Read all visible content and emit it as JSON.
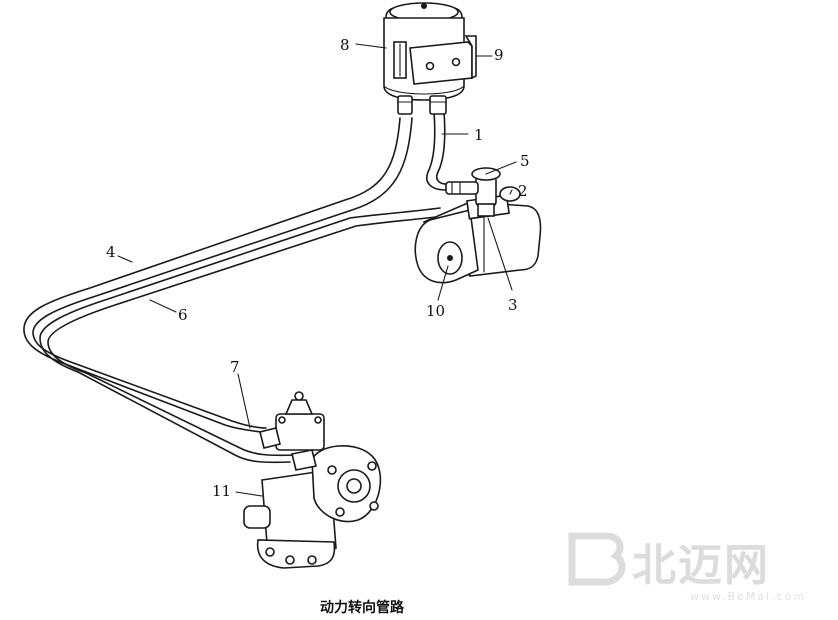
{
  "diagram": {
    "caption": "动力转向管路",
    "callouts": [
      "1",
      "2",
      "3",
      "4",
      "5",
      "6",
      "7",
      "8",
      "9",
      "10",
      "11"
    ]
  },
  "watermark": {
    "text": "北迈网",
    "url": "www.BeMai.com"
  }
}
